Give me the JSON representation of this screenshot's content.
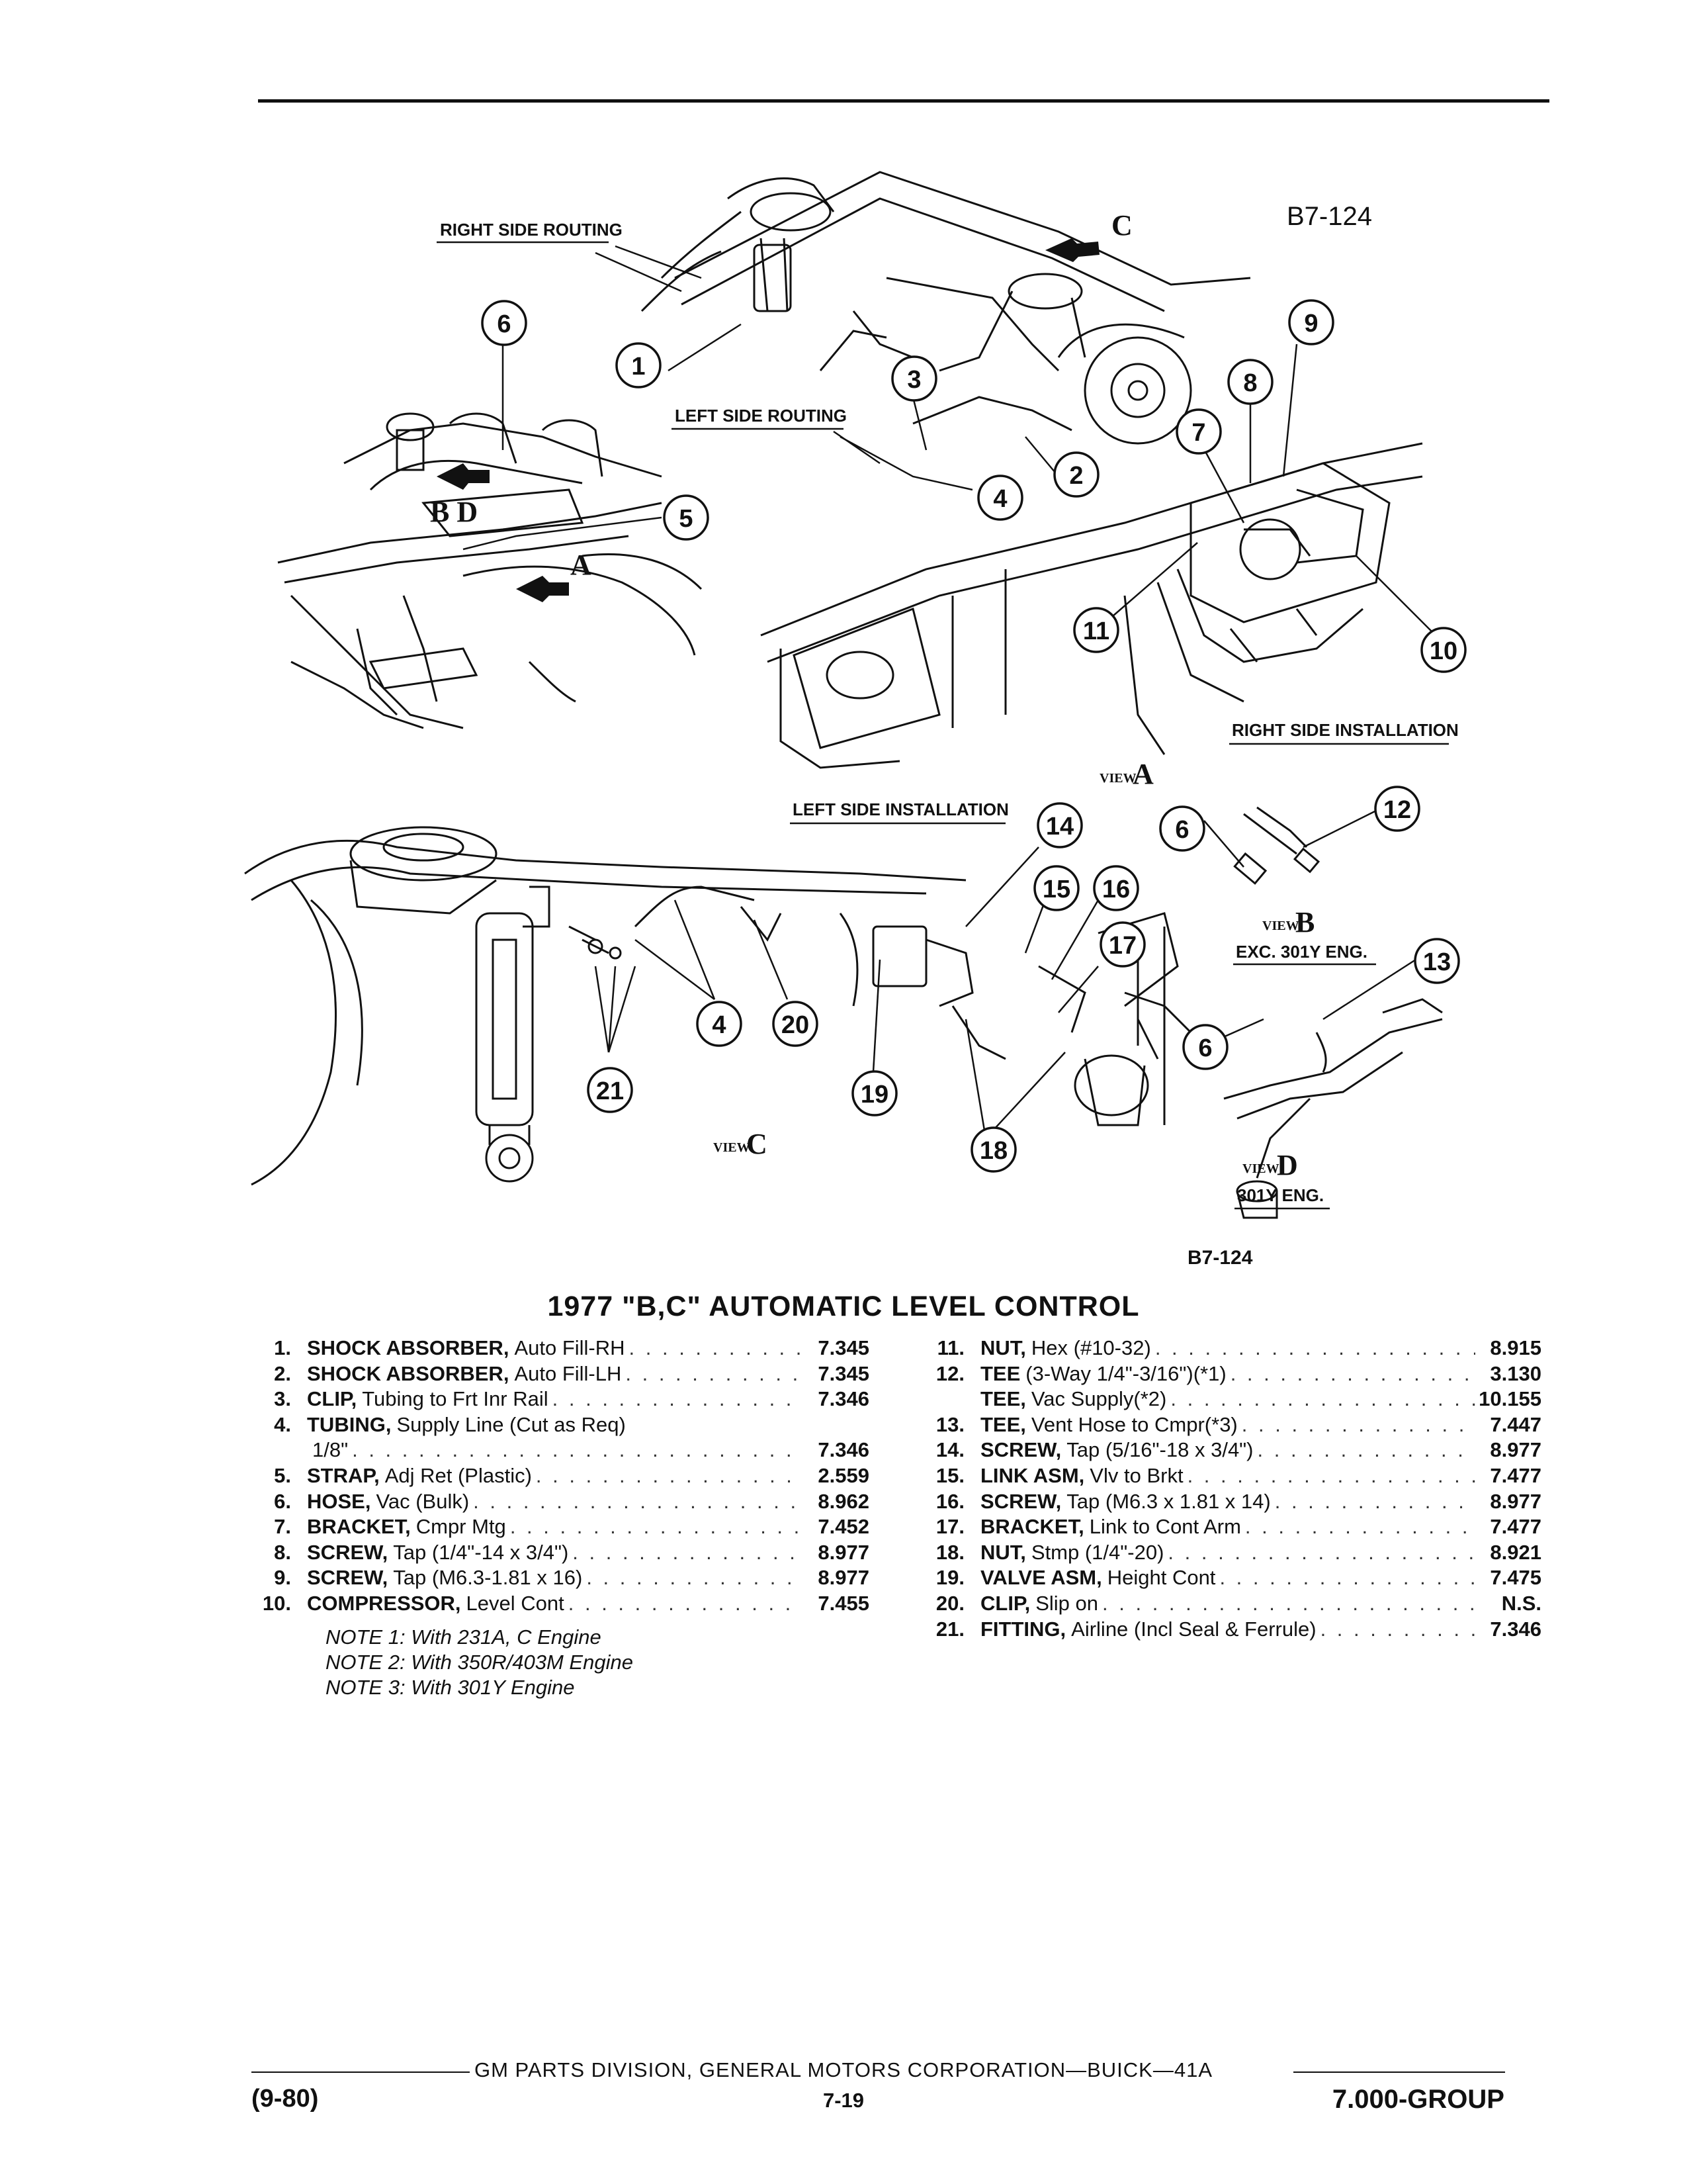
{
  "diagram": {
    "code_top": "B7-124",
    "code_bottom": "B7-124",
    "labels": {
      "right_side_routing": "RIGHT SIDE ROUTING",
      "left_side_routing": "LEFT SIDE ROUTING",
      "right_side_installation": "RIGHT SIDE INSTALLATION",
      "left_side_installation": "LEFT SIDE INSTALLATION"
    },
    "arrows": {
      "a": "A",
      "c": "C",
      "bd": "B D"
    },
    "views": {
      "view_word": "VIEW",
      "a": "A",
      "b": "B",
      "b_sub": "EXC. 301Y ENG.",
      "c": "C",
      "d": "D",
      "d_sub": "301Y ENG."
    },
    "callouts": [
      "1",
      "2",
      "3",
      "4",
      "5",
      "6",
      "7",
      "8",
      "9",
      "10",
      "11",
      "12",
      "13",
      "14",
      "15",
      "16",
      "17",
      "18",
      "19",
      "20",
      "21"
    ]
  },
  "title": "1977 \"B,C\" AUTOMATIC LEVEL CONTROL",
  "parts_left": [
    {
      "num": "1.",
      "name": "SHOCK ABSORBER,",
      "desc": "Auto Fill-RH",
      "code": "7.345"
    },
    {
      "num": "2.",
      "name": "SHOCK ABSORBER,",
      "desc": "Auto Fill-LH",
      "code": "7.345"
    },
    {
      "num": "3.",
      "name": "CLIP,",
      "desc": "Tubing to Frt Inr Rail",
      "code": "7.346"
    },
    {
      "num": "4.",
      "name": "TUBING,",
      "desc": "Supply Line (Cut as Req)",
      "code": ""
    },
    {
      "num": "",
      "name": "",
      "desc": "1/8\"",
      "code": "7.346"
    },
    {
      "num": "5.",
      "name": "STRAP,",
      "desc": "Adj Ret (Plastic)",
      "code": "2.559"
    },
    {
      "num": "6.",
      "name": "HOSE,",
      "desc": "Vac (Bulk)",
      "code": "8.962"
    },
    {
      "num": "7.",
      "name": "BRACKET,",
      "desc": "Cmpr Mtg",
      "code": "7.452"
    },
    {
      "num": "8.",
      "name": "SCREW,",
      "desc": "Tap (1/4\"-14 x 3/4\")",
      "code": "8.977"
    },
    {
      "num": "9.",
      "name": "SCREW,",
      "desc": "Tap (M6.3-1.81 x 16)",
      "code": "8.977"
    },
    {
      "num": "10.",
      "name": "COMPRESSOR,",
      "desc": "Level Cont",
      "code": "7.455"
    }
  ],
  "parts_right": [
    {
      "num": "11.",
      "name": "NUT,",
      "desc": "Hex (#10-32)",
      "code": "8.915"
    },
    {
      "num": "12.",
      "name": "TEE",
      "desc": "(3-Way 1/4\"-3/16\")(*1)",
      "code": "3.130"
    },
    {
      "num": "",
      "name": "TEE,",
      "desc": "Vac Supply(*2)",
      "code": "10.155"
    },
    {
      "num": "13.",
      "name": "TEE,",
      "desc": "Vent Hose to Cmpr(*3)",
      "code": "7.447"
    },
    {
      "num": "14.",
      "name": "SCREW,",
      "desc": "Tap (5/16\"-18 x 3/4\")",
      "code": "8.977"
    },
    {
      "num": "15.",
      "name": "LINK ASM,",
      "desc": "Vlv to Brkt",
      "code": "7.477"
    },
    {
      "num": "16.",
      "name": "SCREW,",
      "desc": "Tap (M6.3 x 1.81 x 14)",
      "code": "8.977"
    },
    {
      "num": "17.",
      "name": "BRACKET,",
      "desc": "Link to Cont Arm",
      "code": "7.477"
    },
    {
      "num": "18.",
      "name": "NUT,",
      "desc": "Stmp (1/4\"-20)",
      "code": "8.921"
    },
    {
      "num": "19.",
      "name": "VALVE ASM,",
      "desc": "Height Cont",
      "code": "7.475"
    },
    {
      "num": "20.",
      "name": "CLIP,",
      "desc": "Slip on",
      "code": "N.S."
    },
    {
      "num": "21.",
      "name": "FITTING,",
      "desc": "Airline (Incl Seal & Ferrule)",
      "code": "7.346"
    }
  ],
  "notes": [
    "NOTE 1: With 231A, C Engine",
    "NOTE 2: With 350R/403M Engine",
    "NOTE 3: With 301Y Engine"
  ],
  "footer": {
    "text": "GM PARTS DIVISION, GENERAL MOTORS CORPORATION—BUICK—41A",
    "date": "(9-80)",
    "page": "7-19",
    "group": "7.000-GROUP"
  }
}
